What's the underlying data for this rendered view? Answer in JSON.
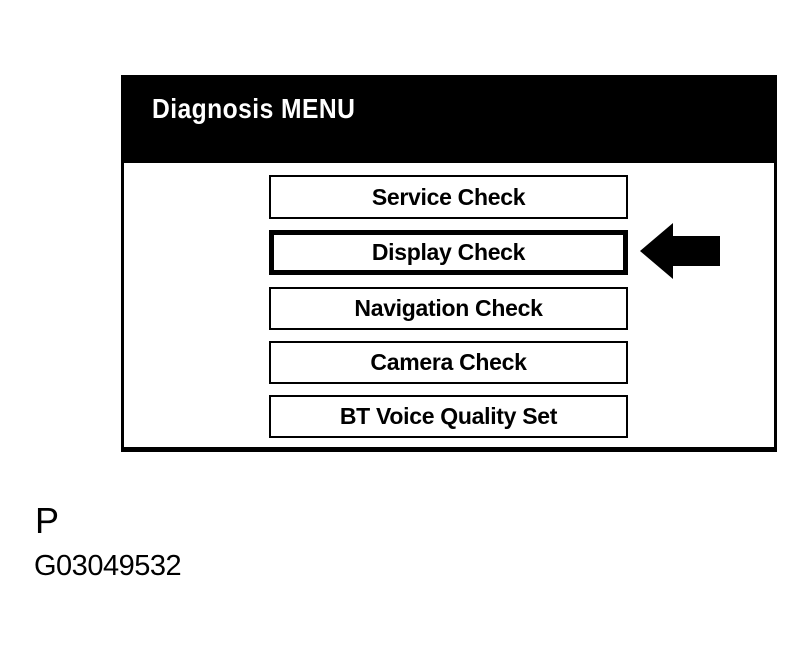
{
  "screen": {
    "title": "Diagnosis MENU",
    "menu_items": [
      {
        "label": "Service Check",
        "selected": false
      },
      {
        "label": "Display Check",
        "selected": true
      },
      {
        "label": "Navigation Check",
        "selected": false
      },
      {
        "label": "Camera Check",
        "selected": false
      },
      {
        "label": "BT Voice Quality Set",
        "selected": false
      }
    ],
    "selection_indicator": "left-arrow-icon"
  },
  "caption": {
    "page_marker": "P",
    "figure_id": "G03049532"
  },
  "colors": {
    "foreground": "#000000",
    "background": "#ffffff",
    "header_background": "#000000",
    "header_text": "#ffffff"
  }
}
